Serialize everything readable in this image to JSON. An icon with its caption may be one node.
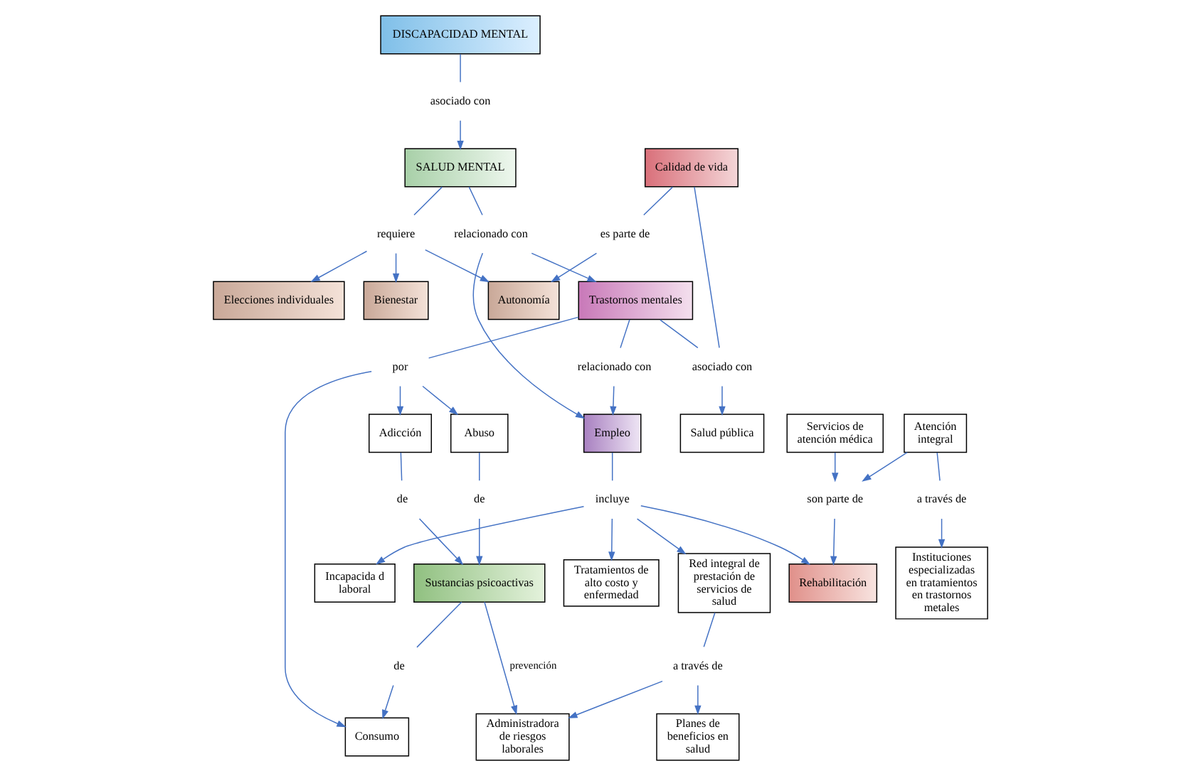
{
  "diagram": {
    "nodes": [
      {
        "text": [
          "DISCAPACIDAD MENTAL"
        ]
      },
      {
        "text": [
          "asociado con"
        ]
      },
      {
        "text": [
          "SALUD MENTAL"
        ]
      },
      {
        "text": [
          "requiere"
        ]
      },
      {
        "text": [
          "Bienestar"
        ]
      },
      {
        "text": [
          "Elecciones individuales"
        ]
      },
      {
        "text": [
          "Autonomía"
        ]
      },
      {
        "text": [
          "relacionado con"
        ]
      },
      {
        "text": [
          "es parte de"
        ]
      },
      {
        "text": [
          "Calidad de vida"
        ]
      },
      {
        "text": [
          "Trastornos mentales"
        ]
      },
      {
        "text": [
          "relacionado con"
        ]
      },
      {
        "text": [
          "Empleo"
        ]
      },
      {
        "text": [
          "asociado con"
        ]
      },
      {
        "text": [
          "por"
        ]
      },
      {
        "text": [
          "Salud pública"
        ]
      },
      {
        "text": [
          "Abuso"
        ]
      },
      {
        "text": [
          "Consumo"
        ]
      },
      {
        "text": [
          "Adicción"
        ]
      },
      {
        "text": [
          "incluye"
        ]
      },
      {
        "text": [
          "Red integral de prestación de servicios de salud"
        ]
      },
      {
        "text": [
          "Incapacida d laboral"
        ]
      },
      {
        "text": [
          "Rehabilitación"
        ]
      },
      {
        "text": [
          "Tratamientos de alto costo y enfermedad"
        ]
      },
      {
        "text": [
          "de"
        ]
      },
      {
        "text": [
          "de"
        ]
      },
      {
        "text": [
          "de"
        ]
      },
      {
        "text": [
          "Sustancias psicoactivas"
        ]
      },
      {
        "text": [
          "a través de"
        ]
      },
      {
        "text": [
          "son parte de"
        ]
      },
      {
        "text": [
          "Administradora de riesgos laborales"
        ]
      },
      {
        "text": [
          "Planes de beneficios en salud"
        ]
      },
      {
        "text": [
          "Atención integral"
        ]
      },
      {
        "text": [
          "Servicios de atención médica"
        ]
      },
      {
        "text": [
          "a través de"
        ]
      },
      {
        "text": [
          "Instituciones especializadas en tratamientos en trastornos metales"
        ]
      }
    ],
    "edges": [
      {
        "from": 0,
        "to": 1,
        "arrow": "none"
      },
      {
        "from": 1,
        "to": 2,
        "arrow": "to"
      },
      {
        "from": 2,
        "to": 3,
        "arrow": "none"
      },
      {
        "from": 3,
        "to": 4,
        "arrow": "to"
      },
      {
        "from": 3,
        "to": 5,
        "arrow": "to"
      },
      {
        "from": 3,
        "to": 6,
        "arrow": "to"
      },
      {
        "from": 2,
        "to": 7,
        "arrow": "none"
      },
      {
        "from": 7,
        "to": 10,
        "arrow": "to"
      },
      {
        "from": 7,
        "to": 12,
        "arrow": "to"
      },
      {
        "from": 9,
        "to": 8,
        "arrow": "none"
      },
      {
        "from": 8,
        "to": 6,
        "arrow": "to"
      },
      {
        "from": 10,
        "to": 11,
        "arrow": "none"
      },
      {
        "from": 11,
        "to": 12,
        "arrow": "to"
      },
      {
        "from": 9,
        "to": 13,
        "arrow": "none"
      },
      {
        "from": 10,
        "to": 13,
        "arrow": "none"
      },
      {
        "from": 13,
        "to": 15,
        "arrow": "to"
      },
      {
        "from": 10,
        "to": 14,
        "arrow": "none"
      },
      {
        "from": 14,
        "to": 16,
        "arrow": "to"
      },
      {
        "from": 14,
        "to": 17,
        "arrow": "to"
      },
      {
        "from": 14,
        "to": 18,
        "arrow": "to"
      },
      {
        "from": 12,
        "to": 19,
        "arrow": "none"
      },
      {
        "from": 19,
        "to": 20,
        "arrow": "to"
      },
      {
        "from": 19,
        "to": 21,
        "arrow": "to"
      },
      {
        "from": 19,
        "to": 22,
        "arrow": "to"
      },
      {
        "from": 19,
        "to": 23,
        "arrow": "to"
      },
      {
        "from": 16,
        "to": 24,
        "arrow": "none"
      },
      {
        "from": 24,
        "to": 27,
        "arrow": "to"
      },
      {
        "from": 27,
        "to": 25,
        "arrow": "none"
      },
      {
        "from": 25,
        "to": 17,
        "arrow": "to"
      },
      {
        "from": 18,
        "to": 26,
        "arrow": "none"
      },
      {
        "from": 26,
        "to": 27,
        "arrow": "to"
      },
      {
        "from": 27,
        "to": 30,
        "arrow": "to",
        "label": "prevención"
      },
      {
        "from": 20,
        "to": 28,
        "arrow": "none"
      },
      {
        "from": 28,
        "to": 30,
        "arrow": "to"
      },
      {
        "from": 28,
        "to": 31,
        "arrow": "to"
      },
      {
        "from": 32,
        "to": 29,
        "arrow": "to"
      },
      {
        "from": 33,
        "to": 29,
        "arrow": "to"
      },
      {
        "from": 29,
        "to": 22,
        "arrow": "to"
      },
      {
        "from": 32,
        "to": 34,
        "arrow": "none"
      },
      {
        "from": 34,
        "to": 35,
        "arrow": "to"
      }
    ]
  }
}
